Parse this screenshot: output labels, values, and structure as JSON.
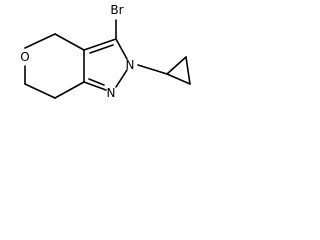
{
  "structure": {
    "atoms": {
      "bromine": "Br",
      "ring_oxygen": "O",
      "pyrazole_n2": "N",
      "pyrazole_n1": "N"
    },
    "colors": {
      "bonds": "#000000",
      "labels": "#000000",
      "background": "#ffffff"
    }
  }
}
